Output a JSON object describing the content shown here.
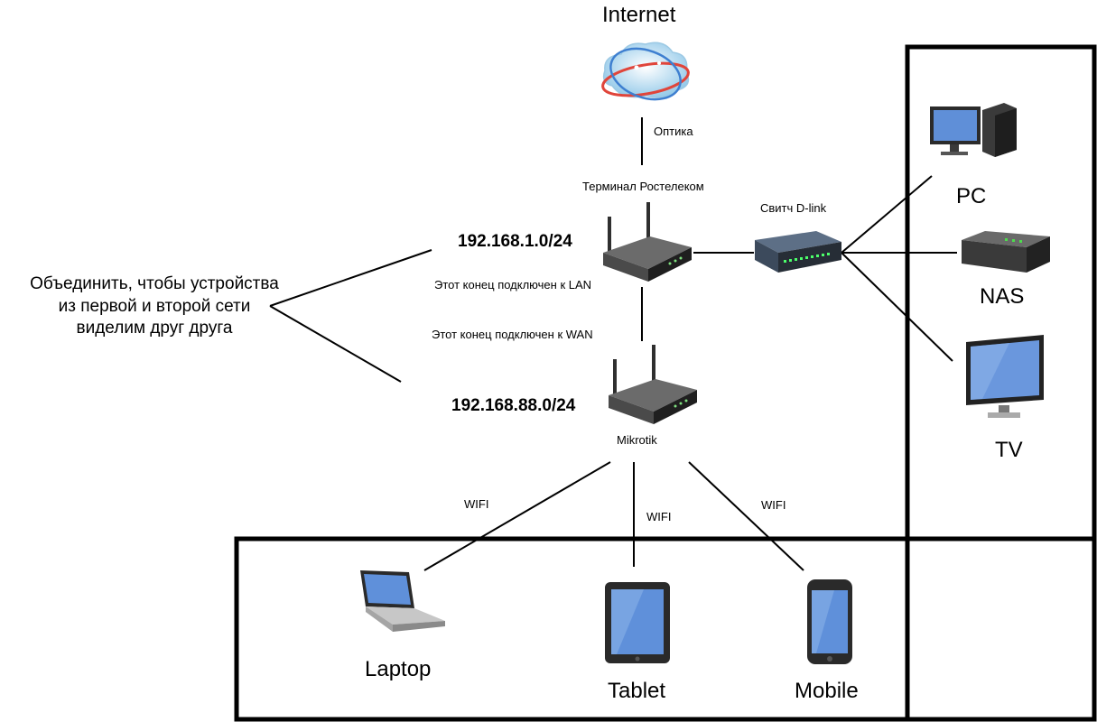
{
  "nodes": {
    "internet": "Internet",
    "terminal": "Терминал Ростелеком",
    "switch": "Свитч D-link",
    "mikrotik": "Mikrotik",
    "pc": "PC",
    "nas": "NAS",
    "tv": "TV",
    "laptop": "Laptop",
    "tablet": "Tablet",
    "mobile": "Mobile"
  },
  "links": {
    "optics": "Оптика",
    "lan_end": "Этот конец подключен к LAN",
    "wan_end": "Этот конец подключен к WAN",
    "wifi_laptop": "WIFI",
    "wifi_tablet": "WIFI",
    "wifi_mobile": "WIFI"
  },
  "networks": {
    "first": "192.168.1.0/24",
    "second": "192.168.88.0/24"
  },
  "note": {
    "line1": "Объединить, чтобы устройства",
    "line2": "из первой и второй сети",
    "line3": "виделим друг друга"
  }
}
